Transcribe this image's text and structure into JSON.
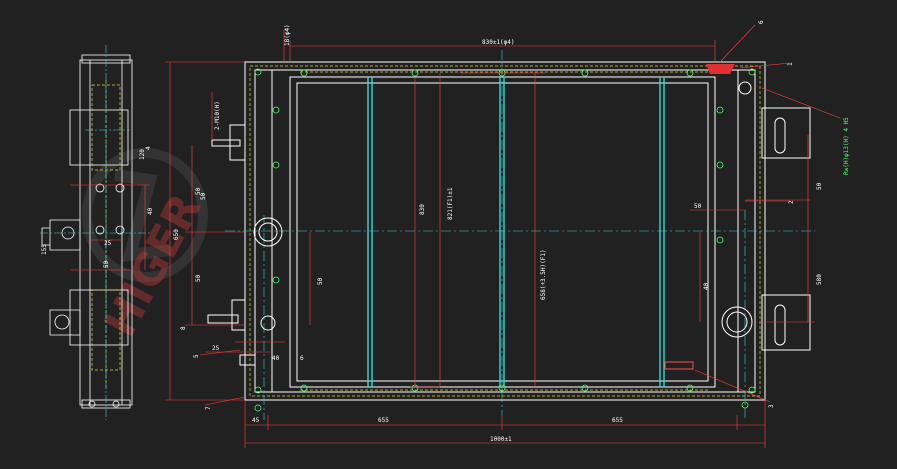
{
  "drawing": {
    "background": "#212121",
    "watermark": "HIGER",
    "dimensions": {
      "top_width": "830±1(φ4)",
      "top_side_note": "18(φ4)",
      "bottom_total": "1000±1",
      "bottom_left": "45",
      "bottom_center_left": "655",
      "bottom_center_right": "655",
      "core_height_1": "830",
      "core_height_2": "821(F1)±1",
      "core_height_3": "658(+3.5H)(F1)",
      "left_depth": "8",
      "left_flange_note": "2-M10(H)",
      "left_height": "650",
      "left_upper": "50",
      "left_mid": "50",
      "left_small_1": "25",
      "left_small_2": "40",
      "left_small_3": "6",
      "right_upper": "50",
      "right_mid": "40",
      "right_side_1": "50",
      "right_side_2": "580",
      "right_side_3": "50",
      "side_view_1": "120",
      "side_view_2": "40",
      "side_view_3": "155",
      "side_view_4": "25",
      "side_view_5": "50",
      "side_view_6": "50"
    },
    "callouts": [
      "1",
      "2",
      "3",
      "4",
      "5",
      "6",
      "7"
    ],
    "callout_note": "Rw(H)φ13(H) 4 H5"
  }
}
